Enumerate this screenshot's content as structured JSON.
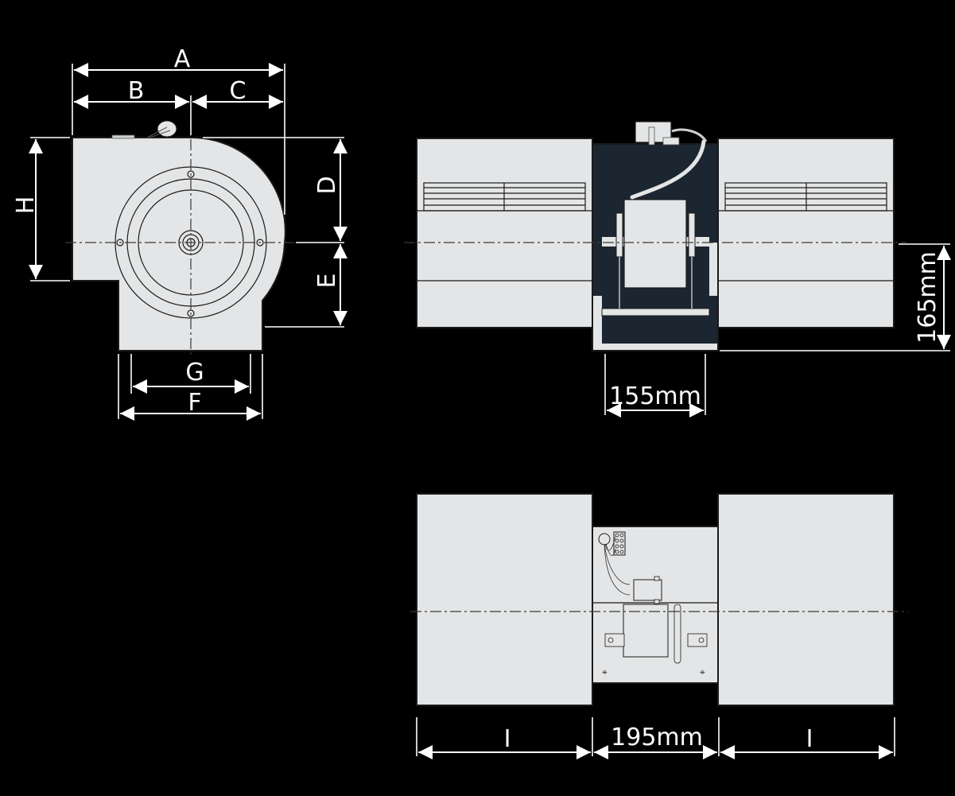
{
  "drawing": {
    "title": "Double centrifugal blower dimensional drawing",
    "colors": {
      "background": "#000000",
      "housing": "#e4e5e6",
      "outline": "#1b1b1b",
      "motor_bay": "#1c2631",
      "dimension_lines": "#ffffff"
    },
    "side_view": {
      "labels": {
        "A": "A",
        "B": "B",
        "C": "C",
        "D": "D",
        "E": "E",
        "F": "F",
        "G": "G",
        "H": "H"
      }
    },
    "front_view": {
      "width_label": "155mm",
      "height_label": "165mm"
    },
    "top_view": {
      "left_label": "I",
      "center_label": "195mm",
      "right_label": "I"
    }
  }
}
